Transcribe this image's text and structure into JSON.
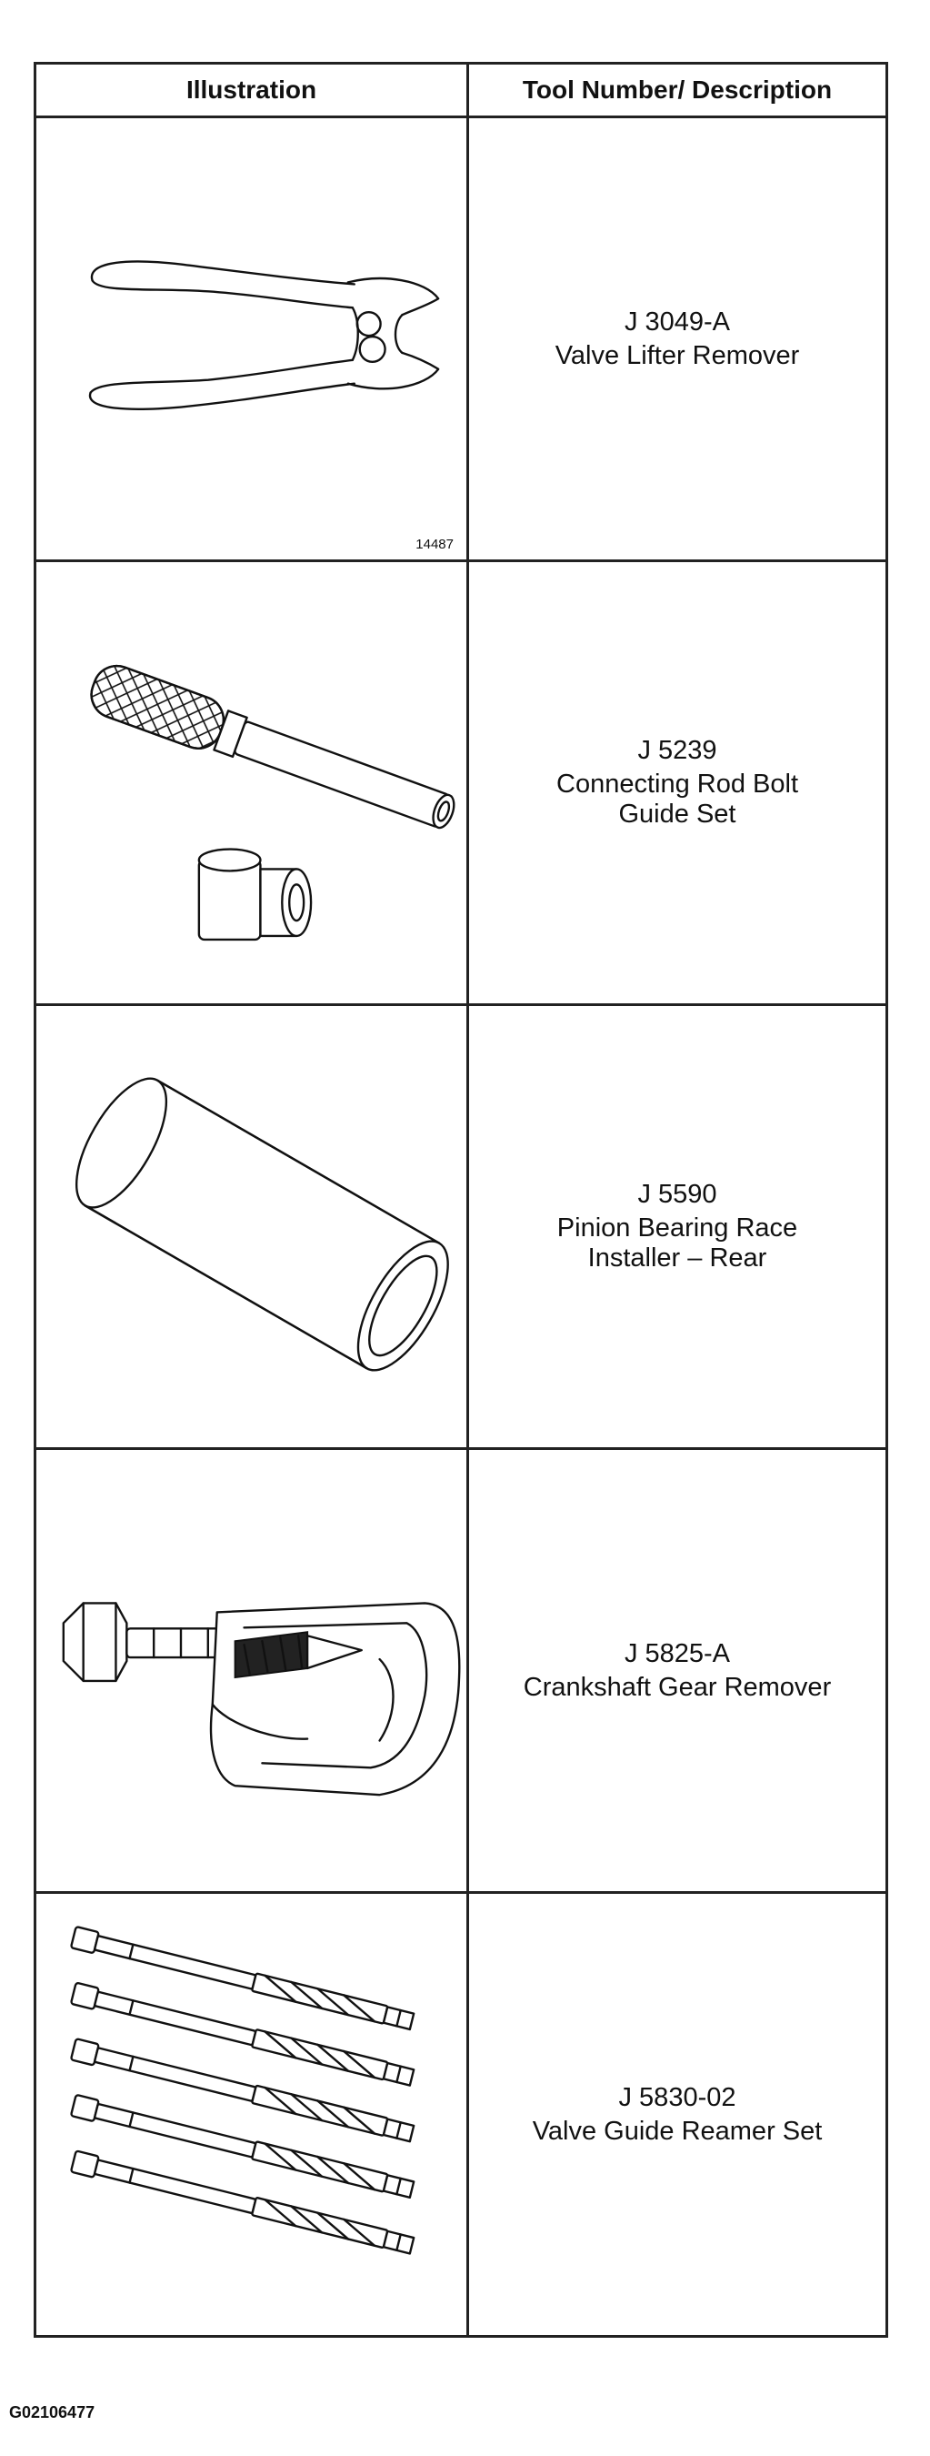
{
  "table": {
    "headers": {
      "illustration": "Illustration",
      "tool": "Tool Number/ Description"
    },
    "rows": [
      {
        "tool_number": "J 3049-A",
        "description": "Valve Lifter Remover",
        "figure_ref": "14487",
        "illustration_icon": "pliers-icon"
      },
      {
        "tool_number": "J 5239",
        "description": "Connecting Rod Bolt\nGuide Set",
        "figure_ref": "",
        "illustration_icon": "bolt-guide-icon"
      },
      {
        "tool_number": "J 5590",
        "description": "Pinion Bearing Race\nInstaller – Rear",
        "figure_ref": "",
        "illustration_icon": "race-installer-icon"
      },
      {
        "tool_number": "J 5825-A",
        "description": "Crankshaft Gear Remover",
        "figure_ref": "",
        "illustration_icon": "gear-remover-icon"
      },
      {
        "tool_number": "J 5830-02",
        "description": "Valve Guide Reamer Set",
        "figure_ref": "",
        "illustration_icon": "reamer-set-icon"
      }
    ]
  },
  "document_id": "G02106477"
}
